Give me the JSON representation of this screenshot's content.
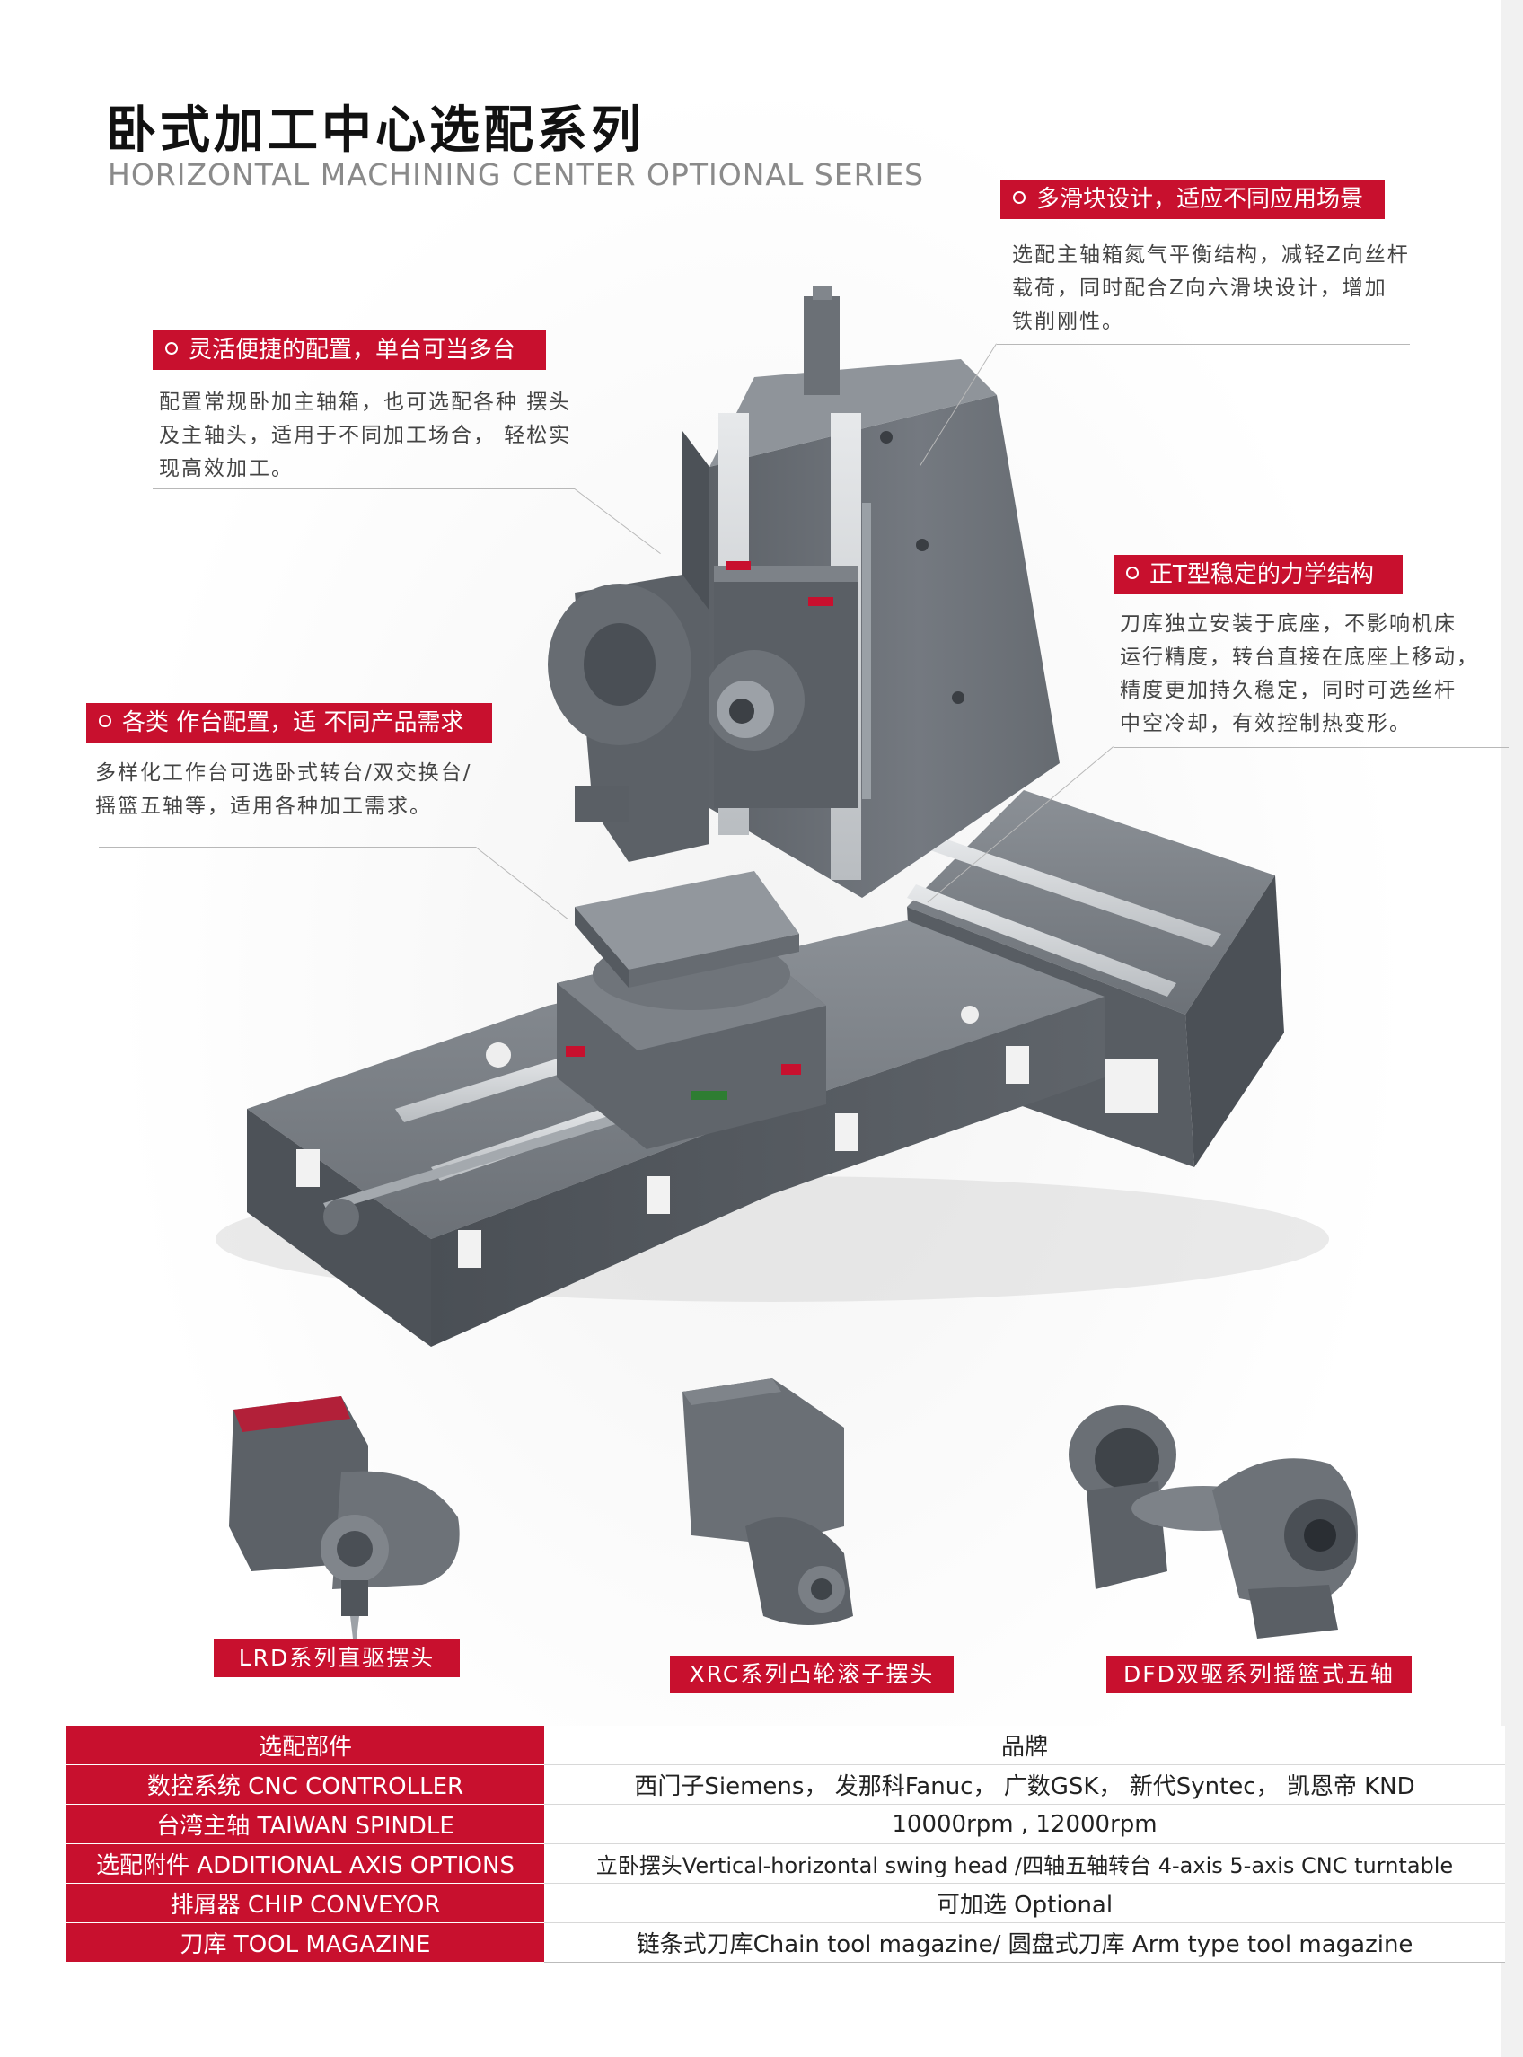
{
  "title": {
    "cn": "卧式加工中心选配系列",
    "en": "HORIZONTAL MACHINING CENTER OPTIONAL SERIES"
  },
  "callouts": {
    "slider": {
      "tag": "多滑块设计，适应不同应用场景",
      "lines": [
        "选配主轴箱氮气平衡结构，减轻Z向丝杆",
        "载荷，同时配合Z向六滑块设计，增加",
        "铁削刚性。"
      ]
    },
    "config": {
      "tag": "灵活便捷的配置，单台可当多台",
      "lines": [
        "配置常规卧加主轴箱，也可选配各种 摆头",
        "及主轴头，适用于不同加工场合， 轻松实",
        "现高效加工。"
      ]
    },
    "tstruct": {
      "tag": "正T型稳定的力学结构",
      "lines": [
        "刀库独立安装于底座，不影响机床",
        "运行精度，转台直接在底座上移动，",
        "精度更加持久稳定，同时可选丝杆",
        "中空冷却，有效控制热变形。"
      ]
    },
    "table": {
      "tag": "各类   作台配置，适   不同产品需求",
      "lines": [
        "多样化工作台可选卧式转台/双交换台/",
        "摇篮五轴等，适用各种加工需求。"
      ]
    }
  },
  "products": [
    {
      "label": "LRD系列直驱摆头"
    },
    {
      "label": "XRC系列凸轮滚子摆头"
    },
    {
      "label": "DFD双驱系列摇篮式五轴"
    }
  ],
  "spec_table": {
    "header": {
      "key": "选配部件",
      "value": "品牌"
    },
    "rows": [
      {
        "key": "数控系统 CNC CONTROLLER",
        "value": "西门子Siemens，  发那科Fanuc，  广数GSK，   新代Syntec，   凯恩帝 KND"
      },
      {
        "key": "台湾主轴 TAIWAN SPINDLE",
        "value": "10000rpm , 12000rpm"
      },
      {
        "key": "选配附件 ADDITIONAL AXIS OPTIONS",
        "value": "立卧摆头Vertical-horizontal swing head /四轴五轴转台 4-axis 5-axis CNC turntable"
      },
      {
        "key": "排屑器 CHIP CONVEYOR",
        "value": "可加选  Optional"
      },
      {
        "key": "刀库 TOOL MAGAZINE",
        "value": "链条式刀库Chain tool magazine/ 圆盘式刀库 Arm type tool magazine"
      }
    ]
  },
  "colors": {
    "accent": "#c8102e",
    "machine_gray": "#5c6166",
    "machine_dark": "#3f4449"
  }
}
